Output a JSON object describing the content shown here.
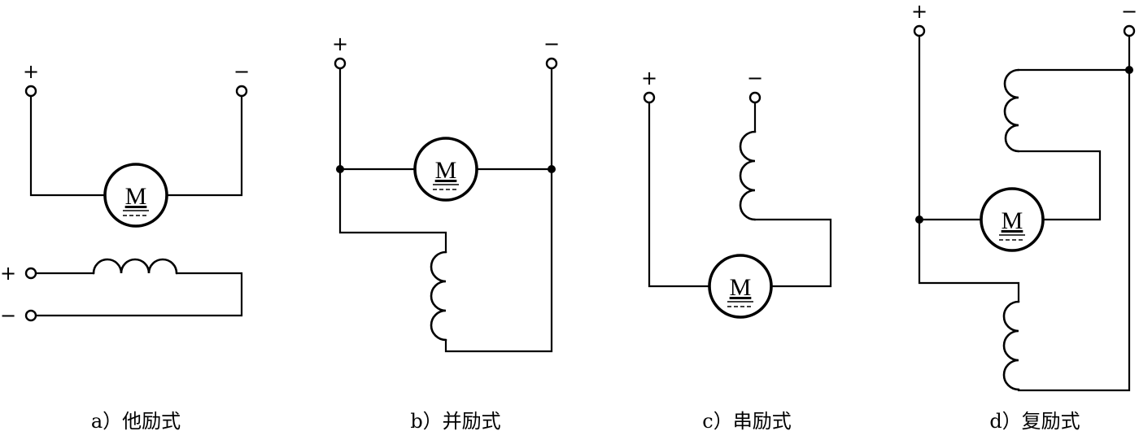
{
  "diagrams": [
    {
      "caption": "a）他励式",
      "motor_label": "M",
      "plus": "+",
      "minus": "−",
      "field_plus": "+",
      "field_minus": "−"
    },
    {
      "caption": "b）并励式",
      "motor_label": "M",
      "plus": "+",
      "minus": "−"
    },
    {
      "caption": "c）串励式",
      "motor_label": "M",
      "plus": "+",
      "minus": "−"
    },
    {
      "caption": "d）复励式",
      "motor_label": "M",
      "plus": "+",
      "minus": "−"
    }
  ]
}
